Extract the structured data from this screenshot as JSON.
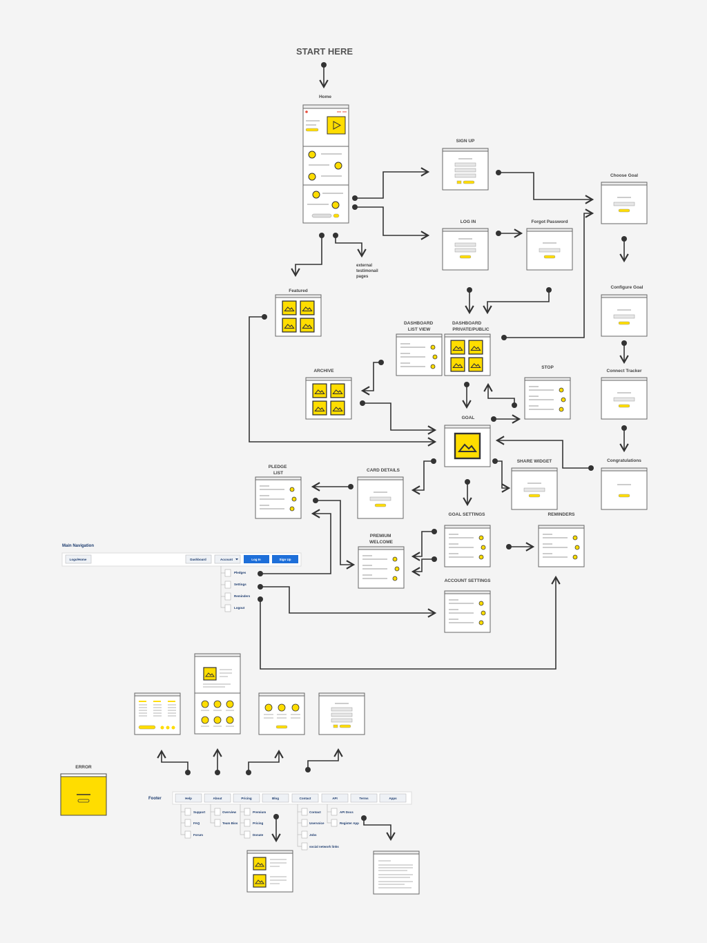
{
  "title": "START HERE",
  "screens": {
    "home": "Home",
    "signup": "SIGN UP",
    "login": "LOG IN",
    "forgot": "Forgot Password",
    "choose_goal": "Choose Goal",
    "configure_goal": "Configure Goal",
    "connect_tracker": "Connect Tracker",
    "congratulations": "Congratulations",
    "featured": "Featured",
    "dash_list_1": "DASHBOARD",
    "dash_list_2": "LIST VIEW",
    "dash_priv_1": "DASHBOARD",
    "dash_priv_2": "PRIVATE/PUBLIC",
    "archive": "ARCHIVE",
    "stop": "STOP",
    "goal": "GOAL",
    "share_widget": "SHARE WIDGET",
    "pledge_1": "PLEDGE",
    "pledge_2": "LIST",
    "card_details": "CARD DETAILS",
    "goal_settings": "GOAL SETTINGS",
    "reminders": "REMINDERS",
    "premium_1": "PREMIUM",
    "premium_2": "WELCOME",
    "account_settings": "ACCOUNT SETTINGS",
    "error": "ERROR"
  },
  "external_note": [
    "external",
    "testimonail",
    "pages"
  ],
  "main_nav": {
    "heading": "Main Navigation",
    "logo": "Logo/Home",
    "dashboard": "Dashboard",
    "account": "Account",
    "login": "Log In",
    "signup": "Sign Up",
    "dropdown": [
      "Pledges",
      "Settings",
      "Reminders",
      "Logout"
    ]
  },
  "footer": {
    "heading": "Footer",
    "tabs": [
      "Help",
      "About",
      "Pricing",
      "Blog",
      "Contact",
      "API",
      "Terms",
      "Apps"
    ],
    "help_items": [
      "Support",
      "FAQ",
      "Forum"
    ],
    "about_items": [
      "Overview",
      "Team Bios"
    ],
    "pricing_items": [
      "Premium",
      "Pricing",
      "Donate"
    ],
    "contact_items": [
      "Contact",
      "Uservoice",
      "Jobs",
      "social network links"
    ],
    "api_items": [
      "API Docs",
      "Register App"
    ]
  },
  "colors": {
    "accent": "#ffdd00",
    "connector": "#333333",
    "nav_button": "#1e6fd9",
    "frame_border": "#666666"
  },
  "icons": [
    "play-icon",
    "image-icon",
    "avatar-icon",
    "toggle-icon",
    "arrow-icon",
    "document-icon"
  ]
}
